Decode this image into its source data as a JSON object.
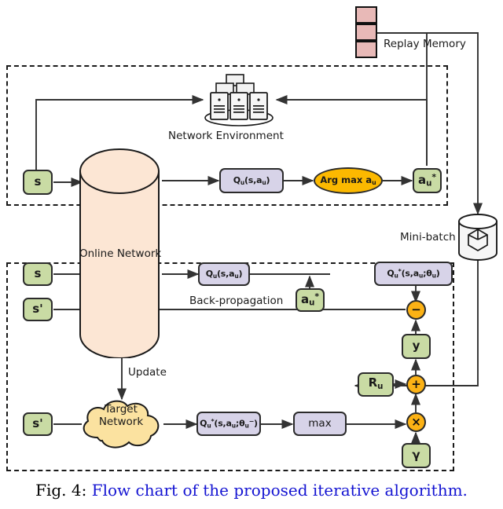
{
  "figure": {
    "caption_prefix": "Fig. 4:",
    "caption_text": "Flow chart of the proposed iterative algorithm.",
    "caption_color": "#1414d2"
  },
  "colors": {
    "state_box": "#c9dba4",
    "q_box": "#d7d3e8",
    "operator_circle": "#fcb215",
    "argmax_ellipse": "#fcb900",
    "online_network_cylinder": "#fce6d4",
    "target_network_cloud": "#fbe2a0",
    "replay_memory_cell": "#e8b9b7",
    "mini_batch_cylinder": "#f6f6f6",
    "stroke": "#2b2b2b"
  },
  "top_region": {
    "name": "action-selection-region",
    "replay_memory_label": "Replay Memory",
    "environment_label": "Network Environment",
    "state_box": "s",
    "online_network_label": "Online Network",
    "q_online_label": {
      "base": "Q",
      "sub": "u",
      "args": "(s,a",
      "argsub": "u",
      "close": ")"
    },
    "argmax_label": {
      "text": "Arg max a",
      "sub": "u"
    },
    "action_star_label": {
      "base": "a",
      "sub": "u",
      "sup": "*"
    }
  },
  "mini_batch": {
    "label": "Mini-batch",
    "icon": "cube-icon"
  },
  "bottom_region": {
    "name": "training-region",
    "state_box": "s",
    "next_state_box": "s'",
    "next_state_box_2": "s'",
    "backprop_label": "Back-propagation",
    "update_label": "Update",
    "q_online_label": {
      "base": "Q",
      "sub": "u",
      "args": "(s,a",
      "argsub": "u",
      "close": ")"
    },
    "action_star_label": {
      "base": "a",
      "sub": "u",
      "sup": "*"
    },
    "q_star_online_label": {
      "base": "Q",
      "sub": "u",
      "sup": "*",
      "args": "(s,a",
      "argsub": "u",
      "semi": ";θ",
      "thsub": "u",
      "close": ")"
    },
    "target_network_label_line1": "Target",
    "target_network_label_line2": "Network",
    "q_star_target_label": {
      "base": "Q",
      "sub": "u",
      "sup": "*",
      "args": "(s,a",
      "argsub": "u",
      "semi": ";θ",
      "thsub": "u",
      "thsup": "−",
      "close": ")"
    },
    "max_label": "max",
    "reward_label": {
      "base": "R",
      "sub": "u"
    },
    "gamma_label": "γ",
    "y_label": "y",
    "minus_op": "−",
    "plus_op": "+",
    "times_op": "×"
  }
}
